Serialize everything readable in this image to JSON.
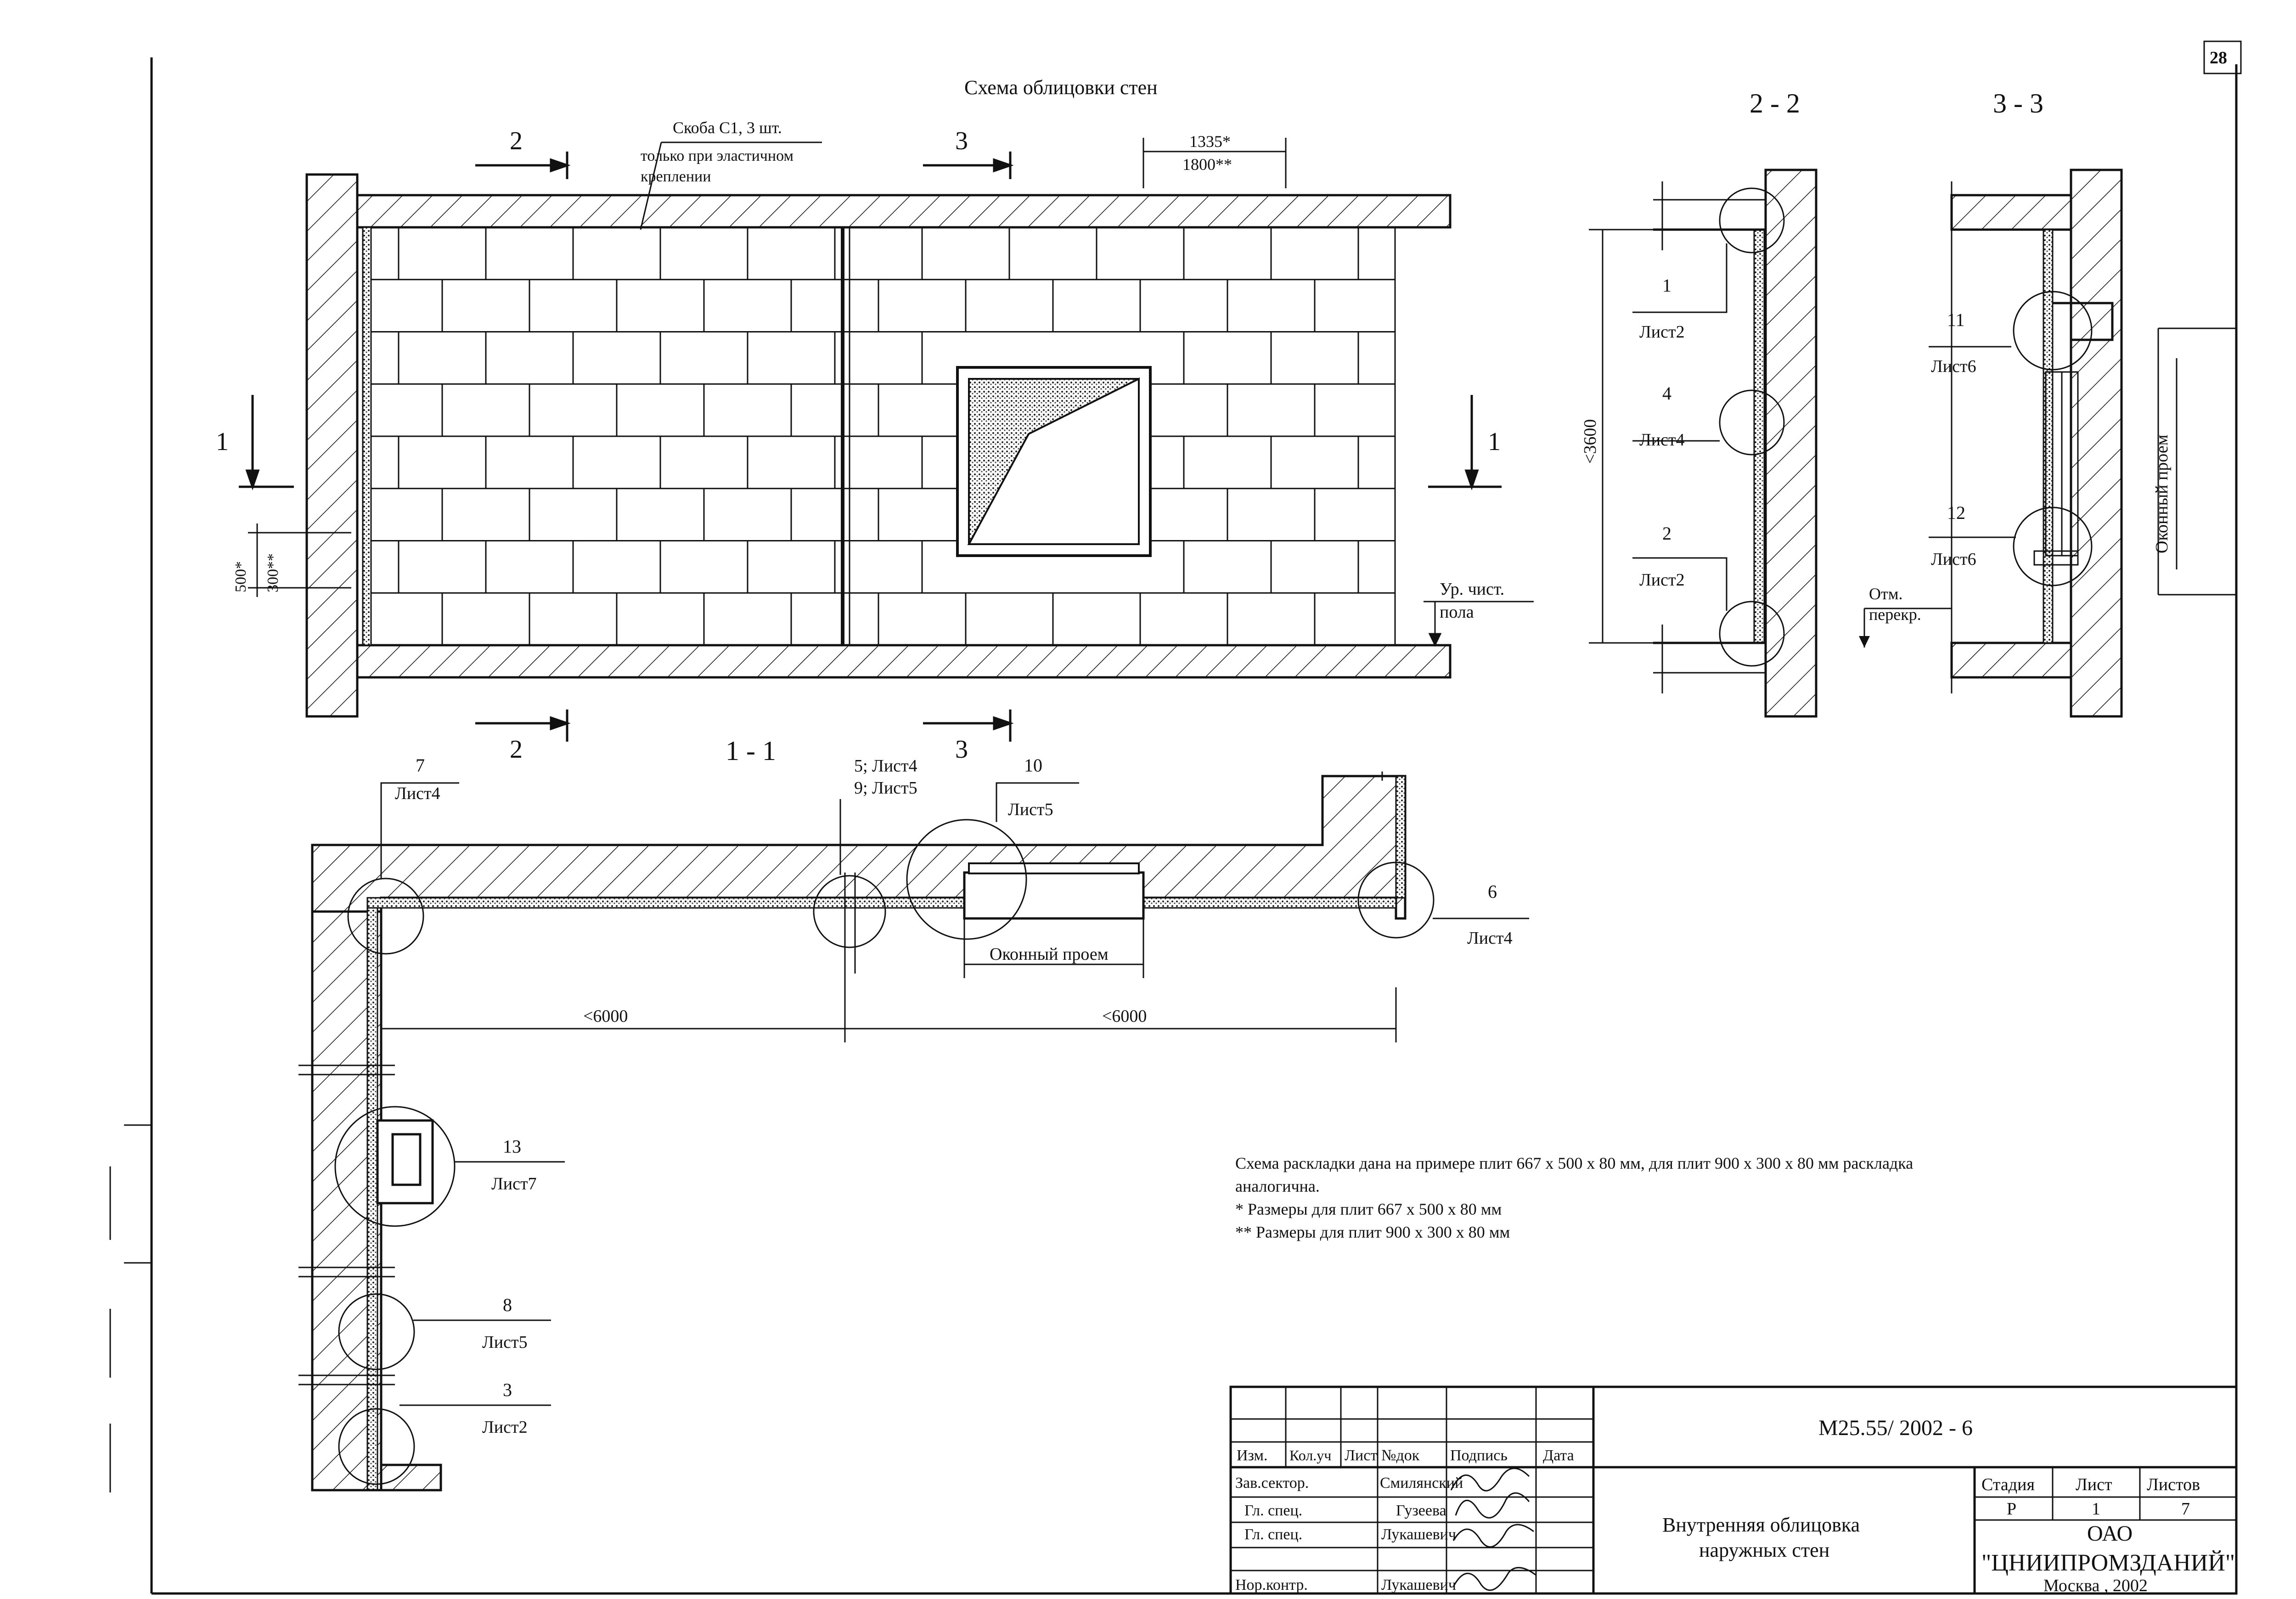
{
  "sheet": {
    "page_number": "28",
    "title": "Схема облицовки стен",
    "note_bracket": "Скоба С1, 3 шт.",
    "note_bracket_2": "только при эластичном",
    "note_bracket_3": "креплении",
    "dim_1335": "1335*",
    "dim_1800": "1800**",
    "dim_500": "500*",
    "dim_300": "300**",
    "floor_level": "Ур. чист.",
    "floor_level_2": "пола",
    "section_1": "1",
    "section_2": "2",
    "section_3": "3",
    "section_11_title": "1 - 1",
    "section_22_title": "2 - 2",
    "section_33_title": "3 - 3"
  },
  "section_22": {
    "dim_height": "<3600",
    "c1_num": "1",
    "c1_sheet": "Лист2",
    "c4_num": "4",
    "c4_sheet": "Лист4",
    "c2_num": "2",
    "c2_sheet": "Лист2"
  },
  "section_33": {
    "c11_num": "11",
    "c11_sheet": "Лист6",
    "c12_num": "12",
    "c12_sheet": "Лист6",
    "window_label": "Оконный проем",
    "slab_mark": "Отм.",
    "slab_mark_2": "перекр."
  },
  "plan_11": {
    "c7_num": "7",
    "c7_sheet": "Лист4",
    "c5_label": "5; Лист4",
    "c9_label": "9; Лист5",
    "c10_num": "10",
    "c10_sheet": "Лист5",
    "c6_num": "6",
    "c6_sheet": "Лист4",
    "window_label": "Оконный проем",
    "dim_left": "<6000",
    "dim_right": "<6000",
    "c13_num": "13",
    "c13_sheet": "Лист7",
    "c8_num": "8",
    "c8_sheet": "Лист5",
    "c3_num": "3",
    "c3_sheet": "Лист2"
  },
  "notes": {
    "line1": "Схема раскладки  дана на примере плит 667 х 500 х 80 мм, для плит 900 х 300 х 80 мм раскладка",
    "line2": "аналогична.",
    "line3": "*   Размеры для плит 667 х 500 х 80 мм",
    "line4": "** Размеры для плит 900 х 300 х 80 мм"
  },
  "title_block": {
    "code": "М25.55/ 2002 - 6",
    "h_izm": "Изм.",
    "h_kolu": "Кол.уч",
    "h_list": "Лист",
    "h_ndok": "№док",
    "h_podpis": "Подпись",
    "h_data": "Дата",
    "r1_role": "Зав.сектор.",
    "r1_name": "Смилянский",
    "r2_role": "Гл. спец.",
    "r2_name": "Гузеева",
    "r3_role": "Гл. спец.",
    "r3_name": "Лукашевич",
    "r4_role": "Нор.контр.",
    "r4_name": "Лукашевич",
    "doc_title_1": "Внутренняя облицовка",
    "doc_title_2": "наружных стен",
    "stage_h": "Стадия",
    "sheet_h": "Лист",
    "sheets_h": "Листов",
    "stage": "Р",
    "sheet": "1",
    "sheets": "7",
    "org1": "ОАО",
    "org2": "\"ЦНИИПРОМЗДАНИЙ\"",
    "org3": "Москва , 2002"
  }
}
